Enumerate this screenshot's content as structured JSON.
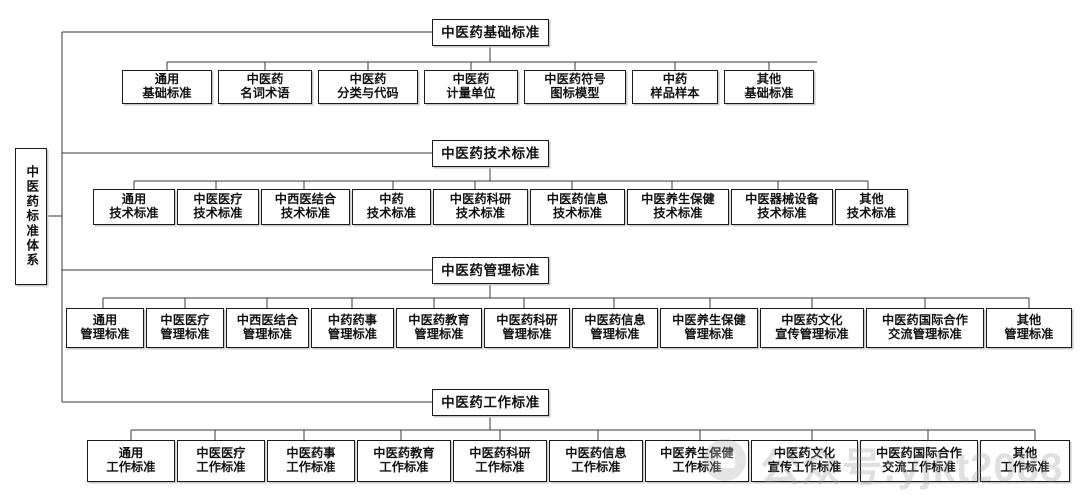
{
  "diagram": {
    "title": "中医药标准体系",
    "type": "organizational-tree",
    "orientation": "left-root-horizontal-branches",
    "root": {
      "label": "中医药标准体系",
      "text_direction": "vertical"
    },
    "branches": [
      {
        "id": "basic",
        "header": "中医药基础标准",
        "children": [
          "通用\n基础标准",
          "中医药\n名词术语",
          "中医药\n分类与代码",
          "中医药\n计量单位",
          "中医药符号\n图标模型",
          "中药\n样品样本",
          "其他\n基础标准"
        ]
      },
      {
        "id": "technical",
        "header": "中医药技术标准",
        "children": [
          "通用\n技术标准",
          "中医医疗\n技术标准",
          "中西医结合\n技术标准",
          "中药\n技术标准",
          "中医药科研\n技术标准",
          "中医药信息\n技术标准",
          "中医养生保健\n技术标准",
          "中医器械设备\n技术标准",
          "其他\n技术标准"
        ]
      },
      {
        "id": "management",
        "header": "中医药管理标准",
        "children": [
          "通用\n管理标准",
          "中医医疗\n管理标准",
          "中西医结合\n管理标准",
          "中药药事\n管理标准",
          "中医药教育\n管理标准",
          "中医药科研\n管理标准",
          "中医药信息\n管理标准",
          "中医养生保健\n管理标准",
          "中医药文化\n宣传管理标准",
          "中医药国际合作\n交流管理标准",
          "其他\n管理标准"
        ]
      },
      {
        "id": "work",
        "header": "中医药工作标准",
        "children": [
          "通用\n工作标准",
          "中医医疗\n工作标准",
          "中医药事\n工作标准",
          "中医药教育\n工作标准",
          "中医药科研\n工作标准",
          "中医药信息\n工作标准",
          "中医养生保健\n工作标准",
          "中医药文化\n宣传工作标准",
          "中医药国际合作\n交流工作标准",
          "其他\n工作标准"
        ]
      }
    ],
    "watermark": "公众号:yjkt2088",
    "colors": {
      "background": "#ffffff",
      "box_border": "#1b1b1b",
      "box_fill": "#ffffff",
      "box_shadow": "#c9c9c9",
      "line": "#3a3a3a",
      "text": "#111111"
    }
  }
}
